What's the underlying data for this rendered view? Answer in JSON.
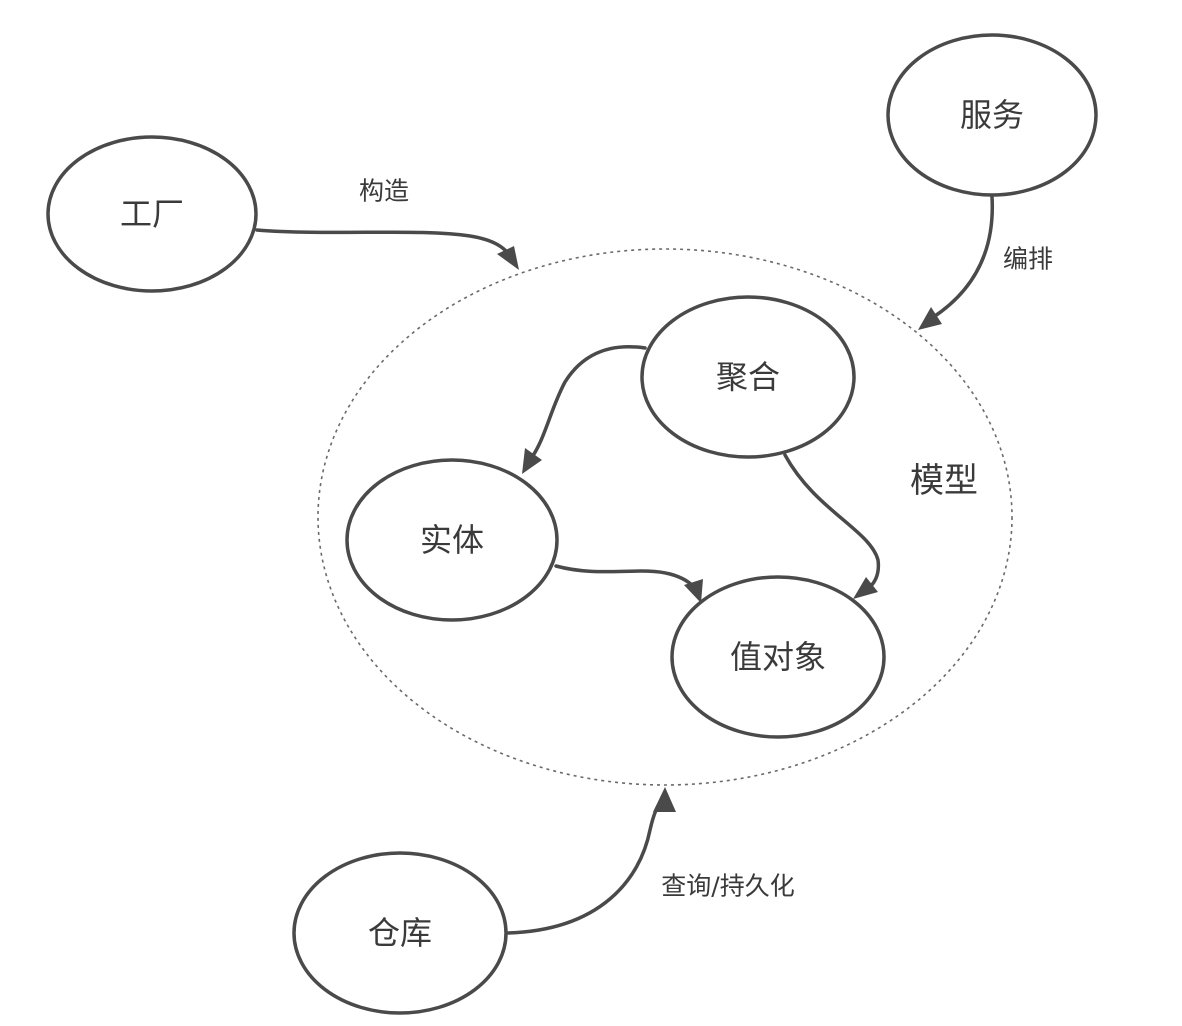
{
  "diagram": {
    "boundary": {
      "label": "模型"
    },
    "nodes": {
      "factory": "工厂",
      "service": "服务",
      "aggregate": "聚合",
      "entity": "实体",
      "value_object": "值对象",
      "repository": "仓库"
    },
    "edges": {
      "factory_to_model": "构造",
      "service_to_model": "编排",
      "repository_to_model": "查询/持久化"
    },
    "colors": {
      "stroke": "#4a4a4a",
      "boundary": "#6a6a6a",
      "text": "#3a3a3a",
      "background": "#ffffff"
    }
  }
}
